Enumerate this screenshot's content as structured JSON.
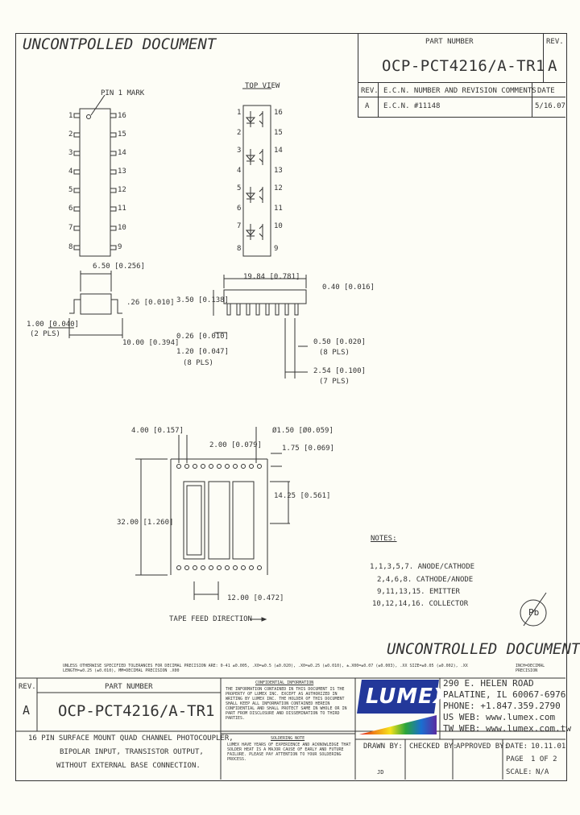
{
  "header": {
    "uncontrolled_top": "UNCONTPOLLED DOCUMENT",
    "part_number_label": "PART NUMBER",
    "part_number": "OCP-PCT4216/A-TR1",
    "rev_label": "REV.",
    "rev": "A"
  },
  "revision_table": {
    "columns": [
      "REV.",
      "E.C.N. NUMBER AND REVISION COMMENTS",
      "DATE"
    ],
    "rows": [
      {
        "rev": "A",
        "ecn": "E.C.N. #11148",
        "date": "5/16.07"
      }
    ]
  },
  "drawing": {
    "pin1_mark": "PIN 1 MARK",
    "top_view": "TOP VIEW",
    "left_pins": [
      "1",
      "2",
      "3",
      "4",
      "5",
      "6",
      "7",
      "8"
    ],
    "right_pins": [
      "16",
      "15",
      "14",
      "13",
      "12",
      "11",
      "10",
      "9"
    ],
    "schem_left": [
      "1",
      "2",
      "3",
      "4",
      "5",
      "6",
      "7",
      "8"
    ],
    "schem_right": [
      "16",
      "15",
      "14",
      "13",
      "12",
      "11",
      "10",
      "9"
    ],
    "dim_width": "6.50 [0.256]",
    "dim_lead": ".26 [0.010]",
    "dim_spread": "1.00 [0.040]",
    "dim_spread_note": "(2 PLS)",
    "dim_body": "10.00 [0.394]",
    "dim_length": "19.84 [0.781]",
    "dim_thick": "0.40 [0.016]",
    "dim_height": "3.50 [0.138]",
    "dim_stand": "0.26 [0.010]",
    "dim_foot": "1.20 [0.047]",
    "dim_foot_note": "(8 PLS)",
    "dim_pad": "0.50 [0.020]",
    "dim_pad_note": "(8 PLS)",
    "dim_pitch": "2.54 [0.100]",
    "dim_pitch_note": "(7 PLS)",
    "tape_pitch": "4.00 [0.157]",
    "tape_hole_offset": "2.00 [0.079]",
    "tape_hole_dia": "Ø1.50 [Ø0.059]",
    "tape_edge": "1.75 [0.069]",
    "tape_pocket": "14.25 [0.561]",
    "tape_width": "32.00 [1.260]",
    "tape_pocket_pitch": "12.00 [0.472]",
    "tape_feed": "TAPE FEED DIRECTION"
  },
  "notes": {
    "title": "NOTES:",
    "items": [
      "1,1,3,5,7. ANODE/CATHODE",
      "2,4,6,8. CATHODE/ANODE",
      "9,11,13,15. EMITTER",
      "10,12,14,16. COLLECTOR"
    ]
  },
  "rohs": "Pb",
  "uncontrolled_bottom": "UNCONTROLLED DOCUMENT",
  "tolerance_text": "UNLESS OTHERWISE SPECIFIED TOLERANCES FOR DECIMAL PRECISION ARE: 0-41 ±0.005, .X0=±0.5 (±0.020), .X0=±0.25 (±0.010), ±.X00=±0.07 (±0.003), .XX SIZE=±0.05 (±0.002), .XX LENGTH=±0.25 (±0.010), MM=DECIMAL PRECISION .X00",
  "tolerance_right": "INCH=DECIMAL PRECISION",
  "title_block": {
    "rev_label": "REV.",
    "rev": "A",
    "part_number_label": "PART NUMBER",
    "part_number": "OCP-PCT4216/A-TR1",
    "description": [
      "16 PIN SURFACE MOUNT QUAD CHANNEL PHOTOCOUPLER,",
      "BIPOLAR INPUT, TRANSISTOR OUTPUT,",
      "WITHOUT EXTERNAL BASE CONNECTION."
    ],
    "confidential_title": "CONFIDENTIAL INFORMATION",
    "confidential_text": "THE INFORMATION CONTAINED IN THIS DOCUMENT IS THE PROPERTY OF LUMEX INC. EXCEPT AS AUTHORIZED IN WRITING BY LUMEX INC. THE HOLDER OF THIS DOCUMENT SHALL KEEP ALL INFORMATION CONTAINED HEREIN CONFIDENTIAL AND SHALL PROTECT SAME IN WHOLE OR IN PART FROM DISCLOSURE AND DISSEMINATION TO THIRD PARTIES.",
    "soldering_title": "SOLDERING NOTE",
    "soldering_text": "LUMEX HAVE YEARS OF EXPERIENCE AND ACKNOWLEDGE THAT SOLDER HEAT IS A MAJOR CAUSE OF EARLY AND FUTURE FAILURE. PLEASE PAY ATTENTION TO YOUR SOLDERING PROCESS.",
    "company_logo": "LUMEX",
    "address": "290 E. HELEN ROAD",
    "city": "PALATINE, IL 60067-6976",
    "phone": "PHONE: +1.847.359.2790",
    "us_web": "US WEB: www.lumex.com",
    "tw_web": "TW WEB: www.lumex.com.tw",
    "drawn_by_label": "DRAWN BY:",
    "drawn_by": "JD",
    "checked_by_label": "CHECKED BY:",
    "approved_by_label": "APPROVED BY:",
    "date_label": "DATE:",
    "date": "10.11.01",
    "page_label": "PAGE",
    "page": "1 OF 2",
    "scale_label": "SCALE:",
    "scale": "N/A"
  }
}
